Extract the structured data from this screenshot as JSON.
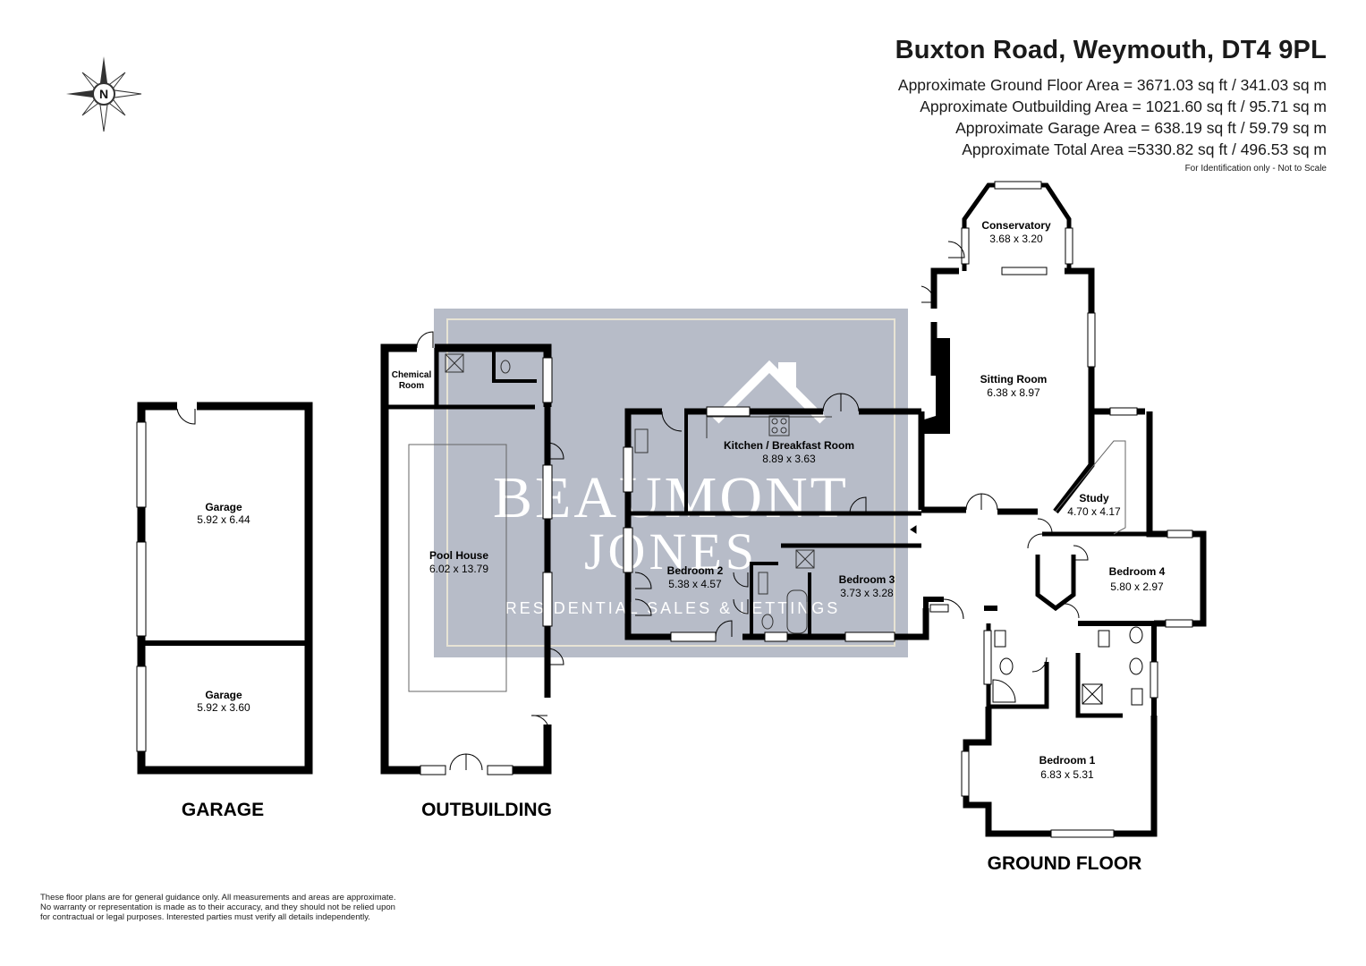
{
  "header": {
    "title": "Buxton Road, Weymouth, DT4 9PL",
    "areas": [
      "Approximate Ground Floor Area = 3671.03 sq ft / 341.03 sq m",
      "Approximate Outbuilding Area = 1021.60 sq ft / 95.71 sq m",
      "Approximate Garage Area = 638.19 sq ft / 59.79 sq m",
      "Approximate Total Area =5330.82 sq ft / 496.53 sq m"
    ],
    "note": "For Identification only - Not to Scale"
  },
  "compass": {
    "label": "N",
    "icon": "north-compass-icon"
  },
  "sections": {
    "garage": "GARAGE",
    "outbuilding": "OUTBUILDING",
    "ground_floor": "GROUND FLOOR"
  },
  "rooms": {
    "garage_1": {
      "name": "Garage",
      "dims": "5.92 x 6.44"
    },
    "garage_2": {
      "name": "Garage",
      "dims": "5.92 x 3.60"
    },
    "chemical_room": {
      "name_line1": "Chemical",
      "name_line2": "Room"
    },
    "pool_house": {
      "name": "Pool House",
      "dims": "6.02 x 13.79"
    },
    "kitchen": {
      "name": "Kitchen / Breakfast Room",
      "dims": "8.89 x 3.63"
    },
    "bedroom_2": {
      "name": "Bedroom 2",
      "dims": "5.38 x 4.57"
    },
    "bedroom_3": {
      "name": "Bedroom 3",
      "dims": "3.73 x 3.28"
    },
    "conservatory": {
      "name": "Conservatory",
      "dims": "3.68 x 3.20"
    },
    "sitting_room": {
      "name": "Sitting Room",
      "dims": "6.38 x 8.97"
    },
    "study": {
      "name": "Study",
      "dims": "4.70 x 4.17"
    },
    "bedroom_4": {
      "name": "Bedroom 4",
      "dims": "5.80 x 2.97"
    },
    "bedroom_1": {
      "name": "Bedroom 1",
      "dims": "6.83 x 5.31"
    }
  },
  "watermark": {
    "line1": "BEAUMONT",
    "line2": "JONES",
    "line3": "RESIDENTIAL SALES & LETTINGS"
  },
  "disclaimer": [
    "These floor plans are for general guidance only. All measurements and areas are approximate.",
    "No warranty or representation is made as to their accuracy, and they should not be relied upon",
    "for contractual or legal purposes. Interested parties must verify all details independently."
  ],
  "colors": {
    "wall": "#000000",
    "watermark_bg": "#b7bcc8",
    "watermark_text": "#ffffff",
    "text": "#1a1a1a"
  }
}
